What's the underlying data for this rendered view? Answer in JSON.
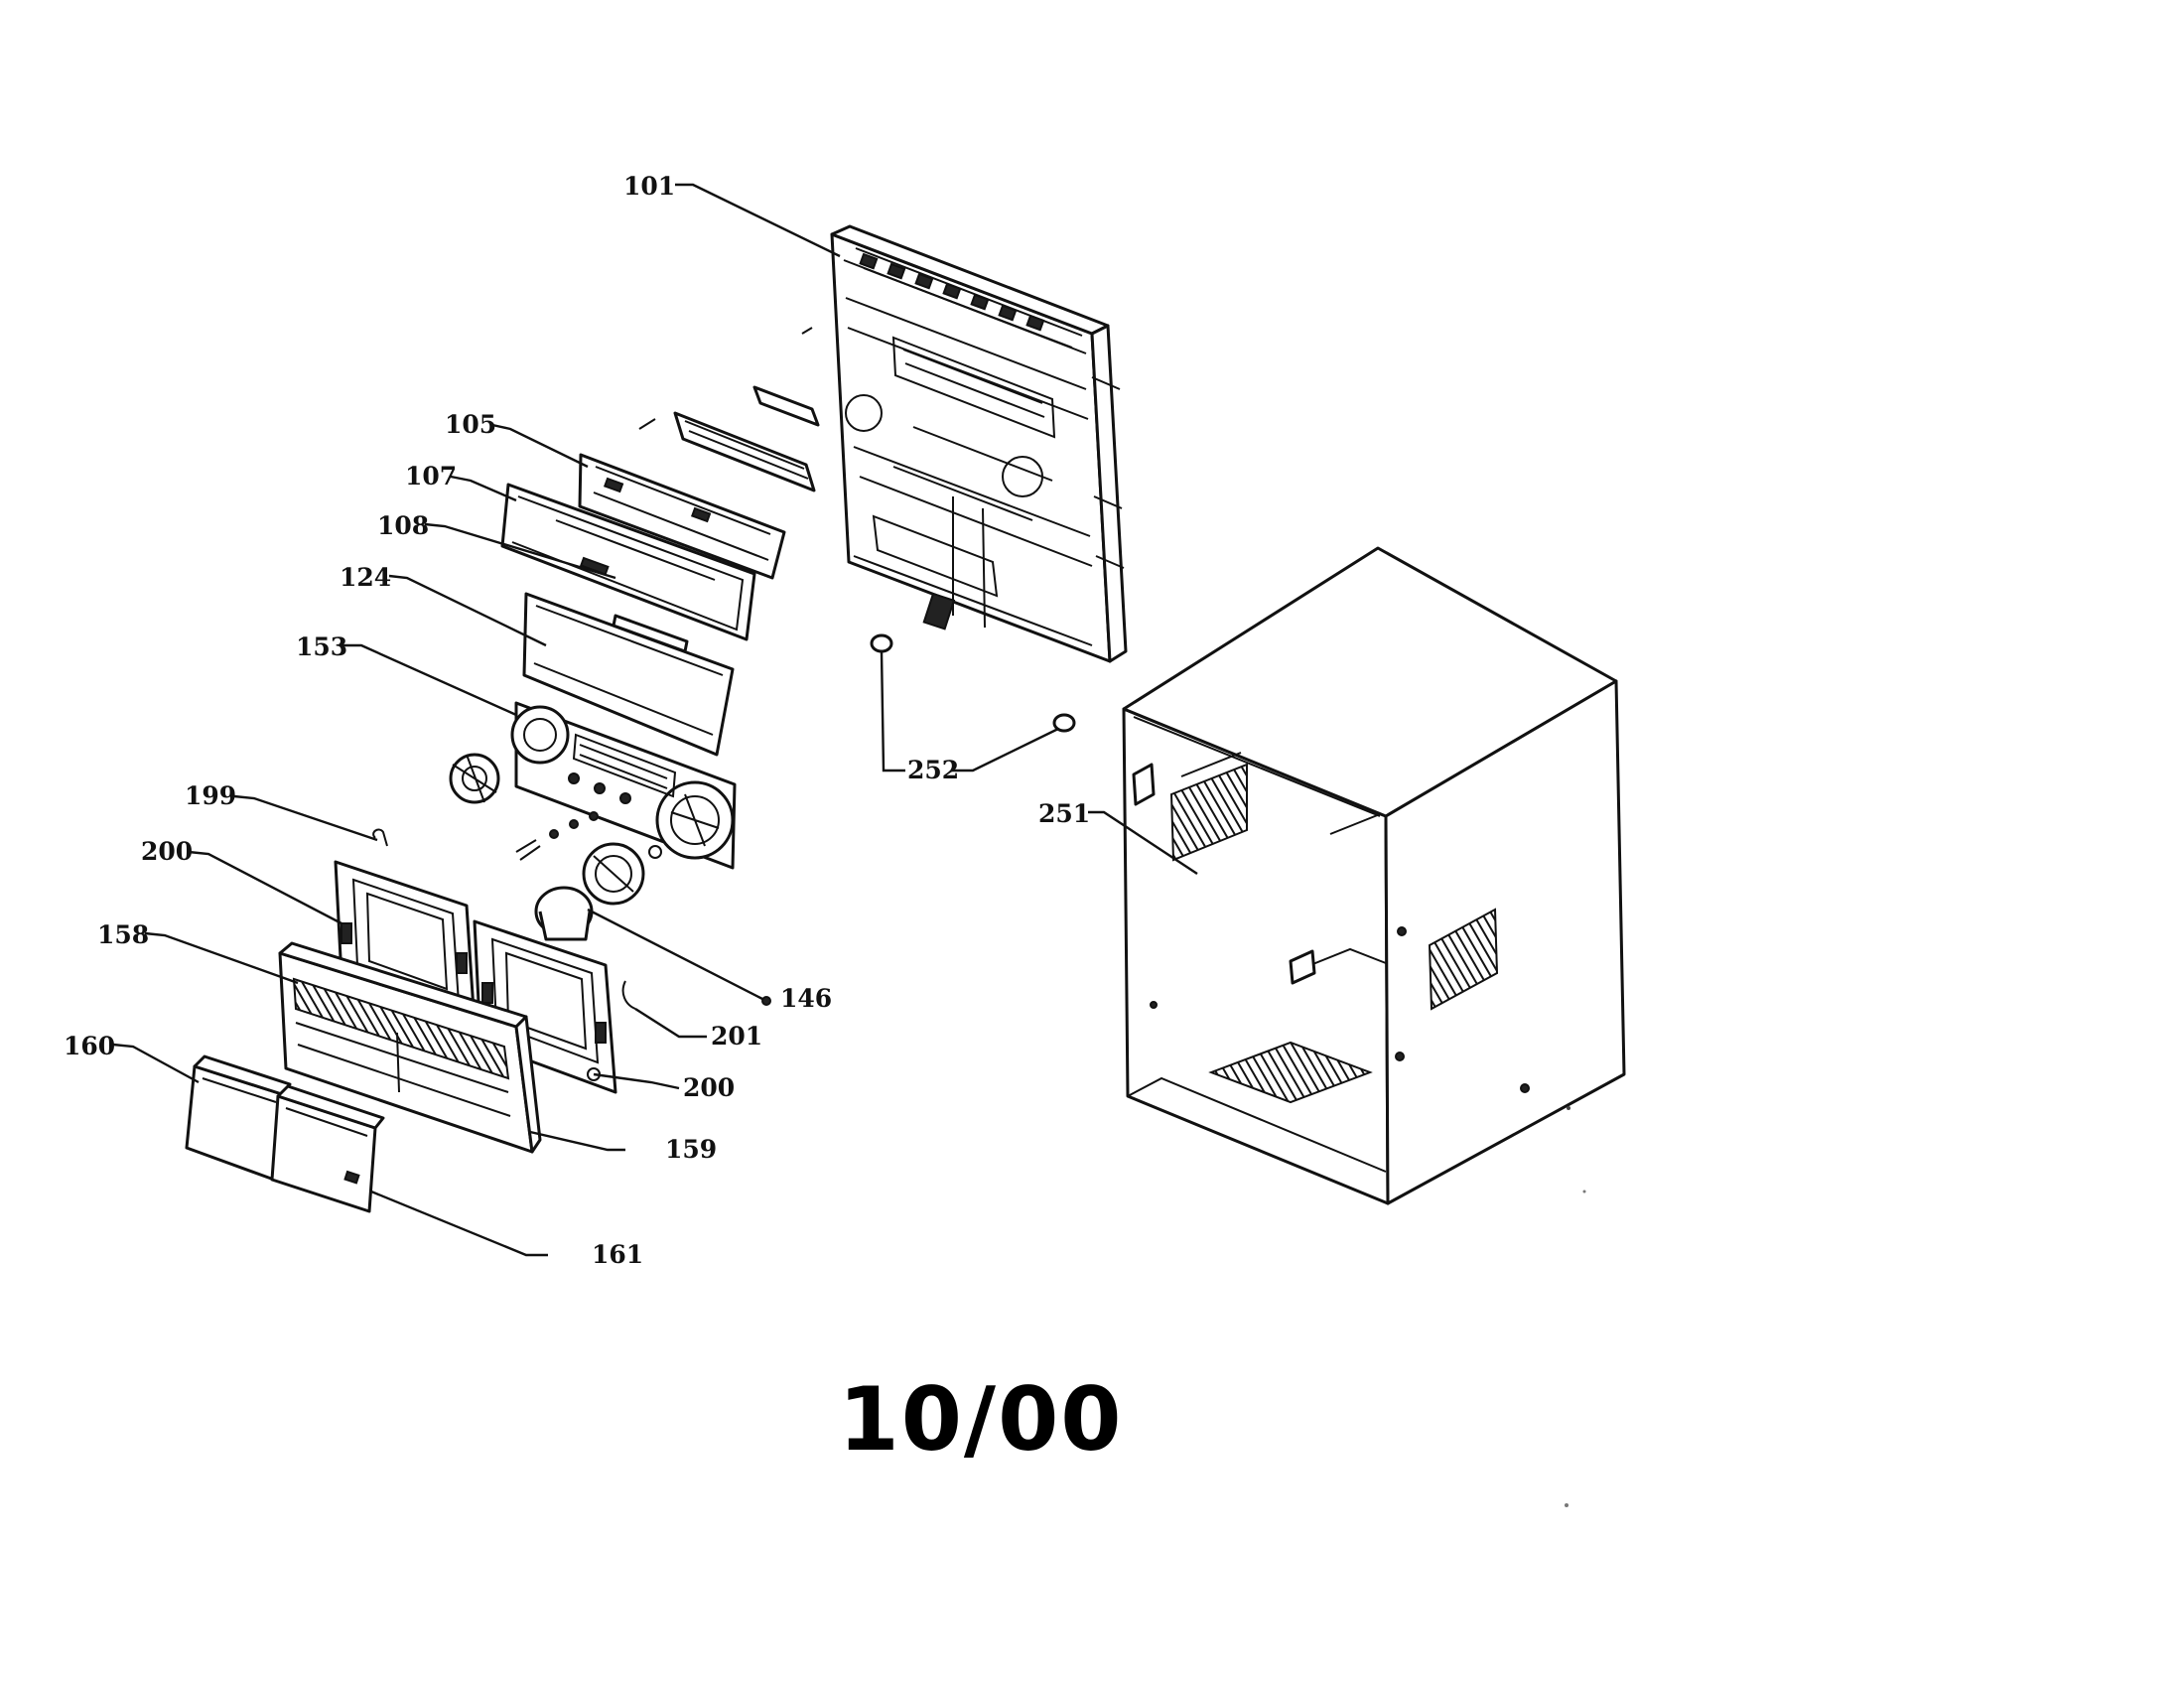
{
  "labels": {
    "p101": "101",
    "p105": "105",
    "p107": "107",
    "p108": "108",
    "p124": "124",
    "p153": "153",
    "p199": "199",
    "p200a": "200",
    "p158": "158",
    "p160": "160",
    "p146": "146",
    "p201": "201",
    "p200b": "200",
    "p159": "159",
    "p161": "161",
    "p252": "252",
    "p251": "251"
  },
  "date_code": "10/00"
}
